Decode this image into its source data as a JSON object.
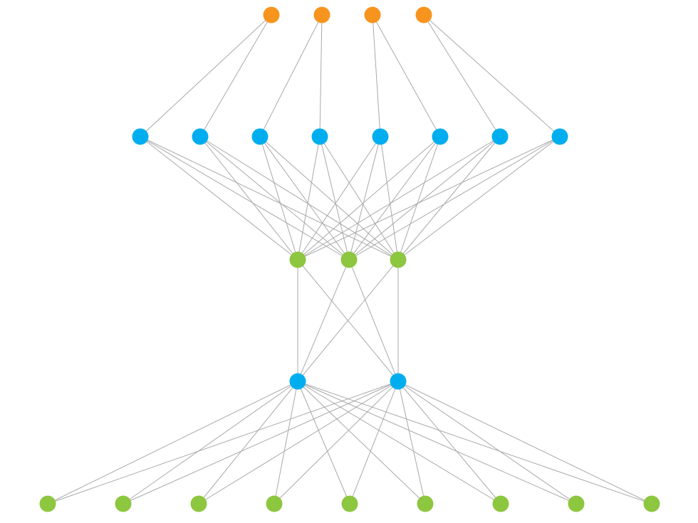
{
  "colors": {
    "edge": "#a9a9a9",
    "orange": "#f7941d",
    "blue": "#00aeef",
    "green": "#8dc63f"
  },
  "layers": [
    {
      "name": "layer-1",
      "color": "orange",
      "count": 4
    },
    {
      "name": "layer-2",
      "color": "blue",
      "count": 8
    },
    {
      "name": "layer-3",
      "color": "green",
      "count": 3
    },
    {
      "name": "layer-4",
      "color": "blue",
      "count": 2
    },
    {
      "name": "layer-5",
      "color": "green",
      "count": 9
    }
  ],
  "edges": [
    {
      "from_layer": 0,
      "from": 0,
      "to_layer": 1,
      "to": 0
    },
    {
      "from_layer": 0,
      "from": 0,
      "to_layer": 1,
      "to": 1
    },
    {
      "from_layer": 0,
      "from": 1,
      "to_layer": 1,
      "to": 2
    },
    {
      "from_layer": 0,
      "from": 1,
      "to_layer": 1,
      "to": 3
    },
    {
      "from_layer": 0,
      "from": 2,
      "to_layer": 1,
      "to": 4
    },
    {
      "from_layer": 0,
      "from": 2,
      "to_layer": 1,
      "to": 5
    },
    {
      "from_layer": 0,
      "from": 3,
      "to_layer": 1,
      "to": 6
    },
    {
      "from_layer": 0,
      "from": 3,
      "to_layer": 1,
      "to": 7
    },
    {
      "full": true,
      "from_layer": 1,
      "to_layer": 2
    },
    {
      "full": true,
      "from_layer": 2,
      "to_layer": 3
    },
    {
      "full": true,
      "from_layer": 3,
      "to_layer": 4
    }
  ]
}
